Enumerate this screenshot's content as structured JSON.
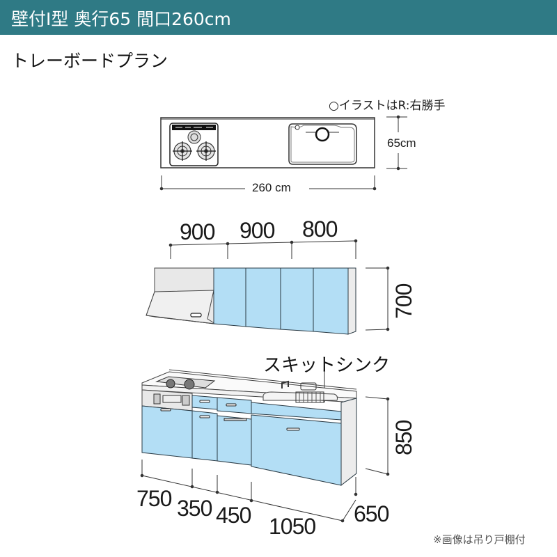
{
  "header": {
    "title": "壁付I型 奥行65 間口260cm",
    "background_color": "#2f7a85"
  },
  "plan": {
    "title": "トレーボードプラン"
  },
  "top_view": {
    "note": "○イラストはR:右勝手",
    "width_label": "260 cm",
    "depth_label": "65cm"
  },
  "wall_cabinet": {
    "widths": [
      "900",
      "900",
      "800"
    ],
    "height": "700",
    "door_color": "#b3def5"
  },
  "base_cabinet": {
    "sink_label": "スキットシンク",
    "height": "850",
    "depth": "650",
    "widths": [
      "750",
      "350",
      "450",
      "1050"
    ],
    "door_color": "#b3def5"
  },
  "footnote": "※画像は吊り戸棚付"
}
